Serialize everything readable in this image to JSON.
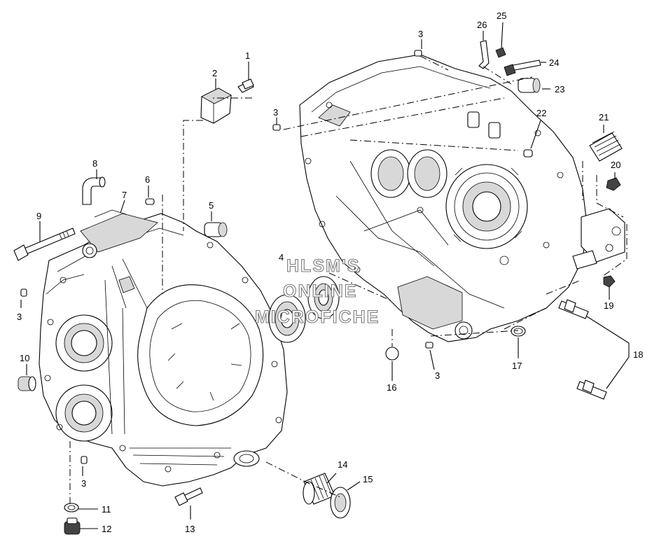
{
  "watermark": {
    "lines": [
      "HLSM'S",
      "ONLINE",
      "MICROFICHE"
    ]
  },
  "callouts": [
    {
      "id": "1",
      "text": "1"
    },
    {
      "id": "2",
      "text": "2"
    },
    {
      "id": "3a",
      "text": "3"
    },
    {
      "id": "3b",
      "text": "3"
    },
    {
      "id": "3c",
      "text": "3"
    },
    {
      "id": "3d",
      "text": "3"
    },
    {
      "id": "3e",
      "text": "3"
    },
    {
      "id": "4",
      "text": "4"
    },
    {
      "id": "5",
      "text": "5"
    },
    {
      "id": "6",
      "text": "6"
    },
    {
      "id": "7",
      "text": "7"
    },
    {
      "id": "8",
      "text": "8"
    },
    {
      "id": "9",
      "text": "9"
    },
    {
      "id": "10",
      "text": "10"
    },
    {
      "id": "11",
      "text": "11"
    },
    {
      "id": "12",
      "text": "12"
    },
    {
      "id": "13",
      "text": "13"
    },
    {
      "id": "14",
      "text": "14"
    },
    {
      "id": "15",
      "text": "15"
    },
    {
      "id": "16",
      "text": "16"
    },
    {
      "id": "17",
      "text": "17"
    },
    {
      "id": "18",
      "text": "18"
    },
    {
      "id": "19",
      "text": "19"
    },
    {
      "id": "20",
      "text": "20"
    },
    {
      "id": "21",
      "text": "21"
    },
    {
      "id": "22",
      "text": "22"
    },
    {
      "id": "23",
      "text": "23"
    },
    {
      "id": "24",
      "text": "24"
    },
    {
      "id": "25",
      "text": "25"
    },
    {
      "id": "26",
      "text": "26"
    }
  ]
}
